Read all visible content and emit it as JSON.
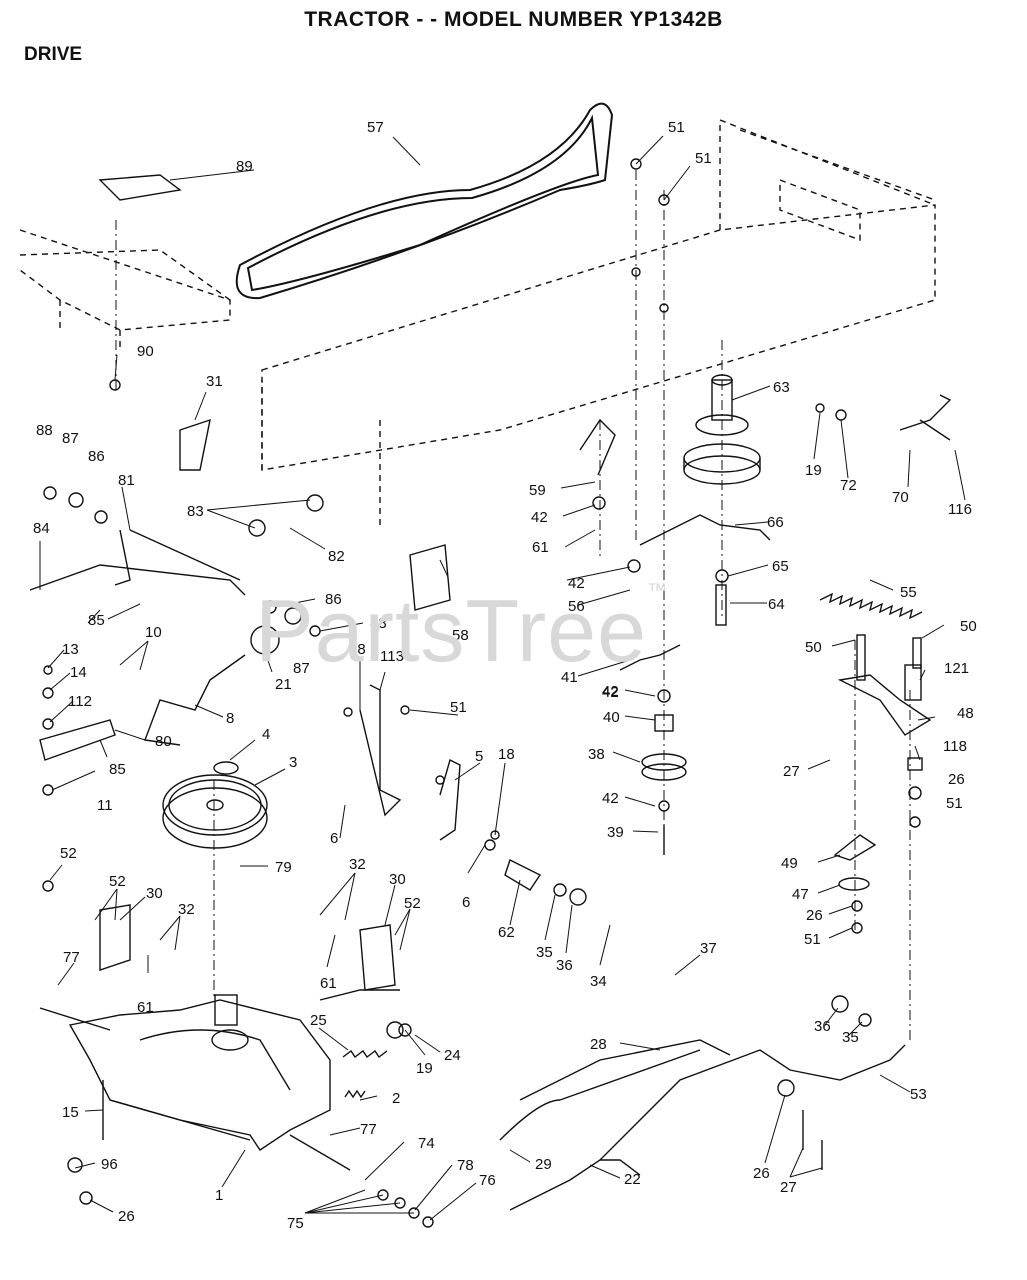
{
  "header": {
    "title": "TRACTOR - - MODEL NUMBER YP1342B",
    "section": "DRIVE"
  },
  "watermark": {
    "text": "PartsTree",
    "mark": "™"
  },
  "callouts": [
    "1",
    "2",
    "3",
    "4",
    "5",
    "6",
    "6",
    "8",
    "10",
    "11",
    "13",
    "14",
    "15",
    "18",
    "18",
    "19",
    "19",
    "21",
    "22",
    "24",
    "25",
    "26",
    "26",
    "26",
    "26",
    "27",
    "27",
    "28",
    "29",
    "30",
    "30",
    "31",
    "32",
    "32",
    "34",
    "35",
    "35",
    "36",
    "36",
    "37",
    "38",
    "39",
    "40",
    "41",
    "42",
    "42",
    "42",
    "42",
    "42",
    "47",
    "48",
    "49",
    "50",
    "50",
    "51",
    "51",
    "51",
    "51",
    "51",
    "52",
    "52",
    "52",
    "53",
    "55",
    "56",
    "57",
    "58",
    "59",
    "61",
    "61",
    "61",
    "62",
    "63",
    "64",
    "65",
    "66",
    "70",
    "72",
    "74",
    "75",
    "76",
    "77",
    "77",
    "78",
    "79",
    "80",
    "81",
    "82",
    "83",
    "84",
    "85",
    "85",
    "86",
    "86",
    "87",
    "87",
    "88",
    "88",
    "89",
    "90",
    "96",
    "112",
    "113",
    "116",
    "118",
    "121"
  ]
}
